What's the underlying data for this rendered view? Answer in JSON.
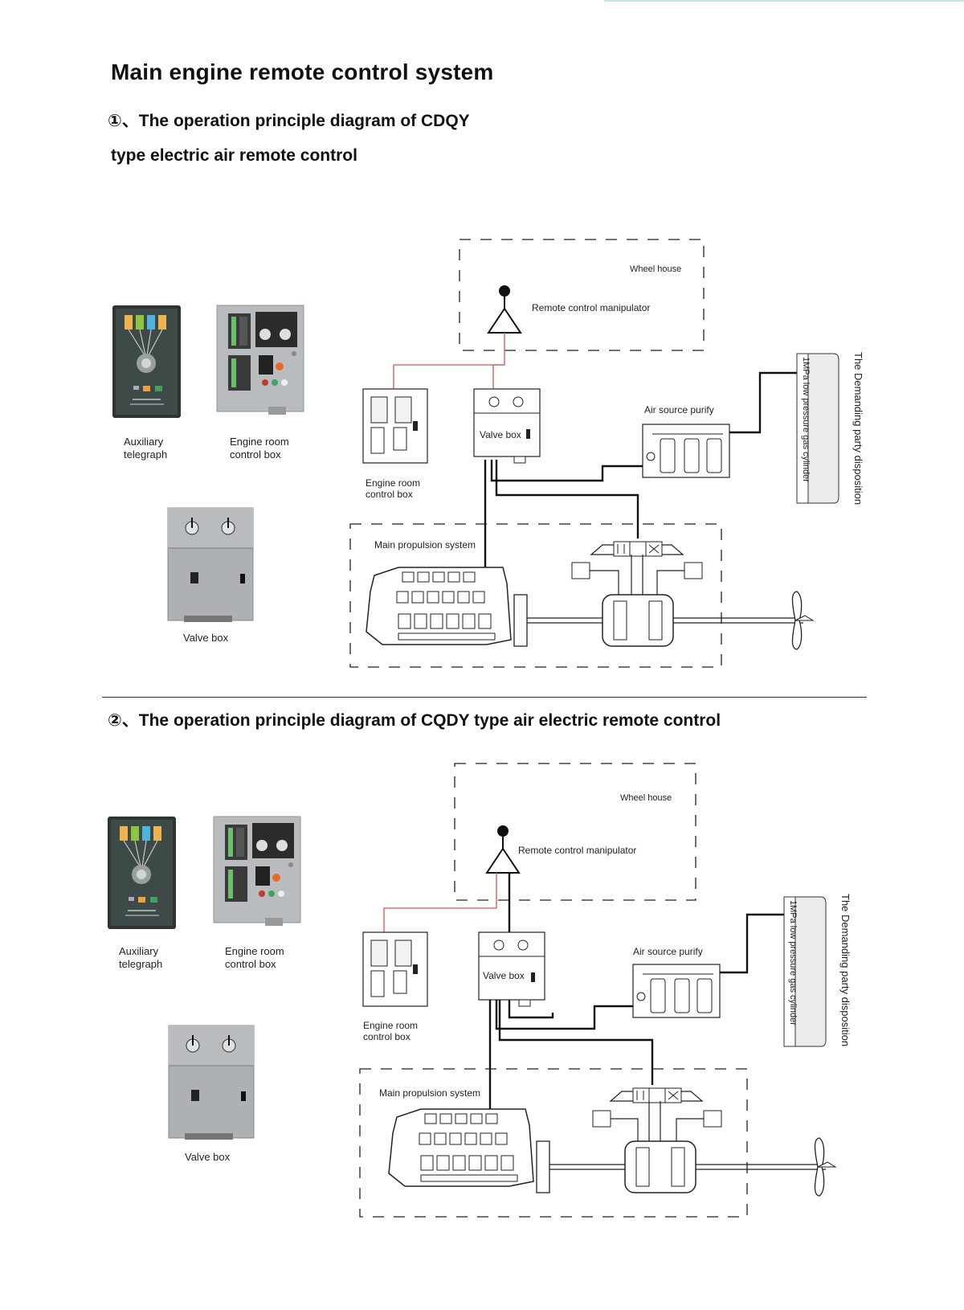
{
  "page": {
    "title": "Main engine remote control system"
  },
  "section1": {
    "heading_line1": "①、The operation principle diagram of CDQY",
    "heading_line2": "type electric air remote control"
  },
  "section2": {
    "heading": "②、The operation principle diagram of CQDY type air electric remote control"
  },
  "labels": {
    "aux_line1": "Auxiliary",
    "aux_line2": "telegraph",
    "erc_line1": "Engine room",
    "erc_line2": "control box",
    "valve_box": "Valve box",
    "wheel_house": "Wheel house",
    "manipulator": "Remote control manipulator",
    "air_source": "Air source purify",
    "propulsion": "Main propulsion system",
    "cylinder": "1MPa low pressure gas cylinder",
    "demanding": "The Demanding party disposition"
  },
  "colors": {
    "signal_line": "#d9534f",
    "panel_dark": "#3e4a47",
    "panel_grey": "#b9bcbf",
    "pipe": "#111111"
  }
}
